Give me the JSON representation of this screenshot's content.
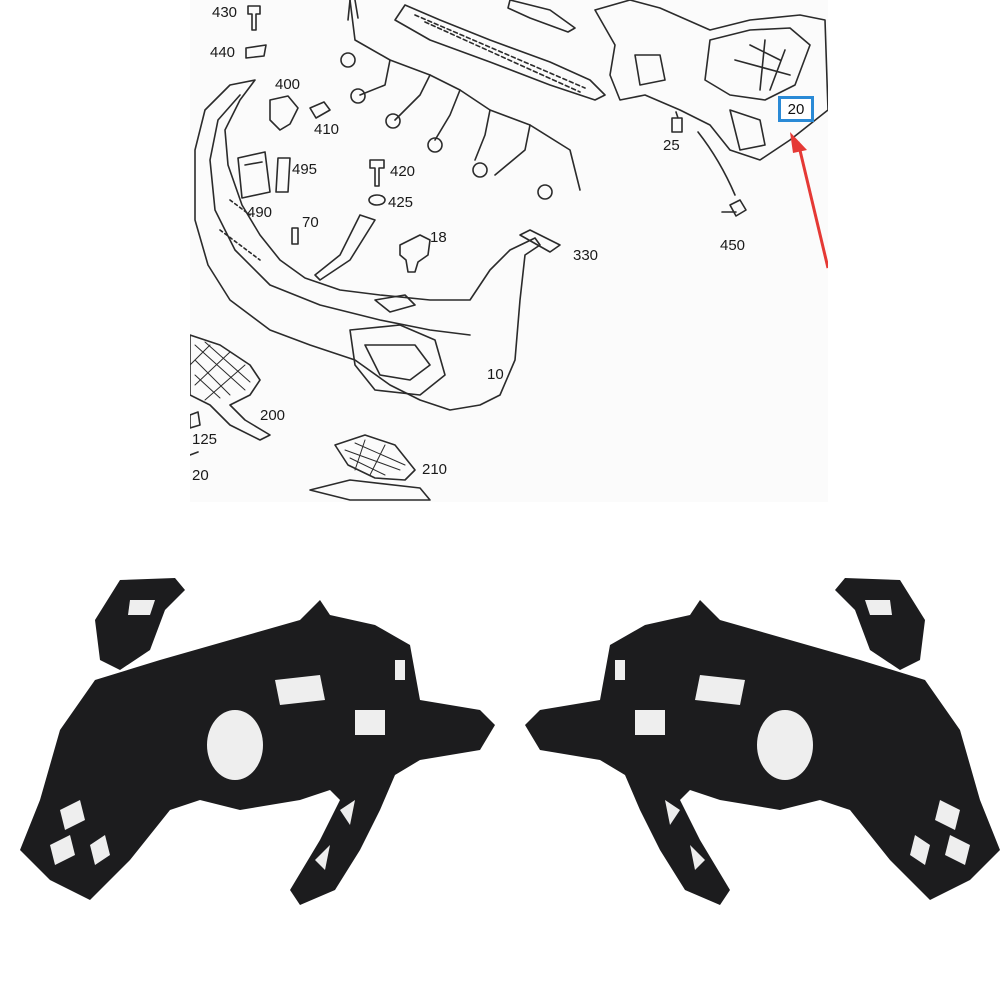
{
  "diagram": {
    "part_labels": [
      "430",
      "440",
      "400",
      "410",
      "495",
      "490",
      "420",
      "425",
      "70",
      "18",
      "330",
      "10",
      "200",
      "125",
      "20",
      "210",
      "25",
      "450"
    ],
    "highlighted_part": "20",
    "highlight_color": "#2a8ad6",
    "arrow_color": "#e53935",
    "line_color": "#2b2b2b"
  },
  "photos": {
    "items": [
      "left-bracket",
      "right-bracket"
    ],
    "part_color": "#1c1c1e"
  }
}
